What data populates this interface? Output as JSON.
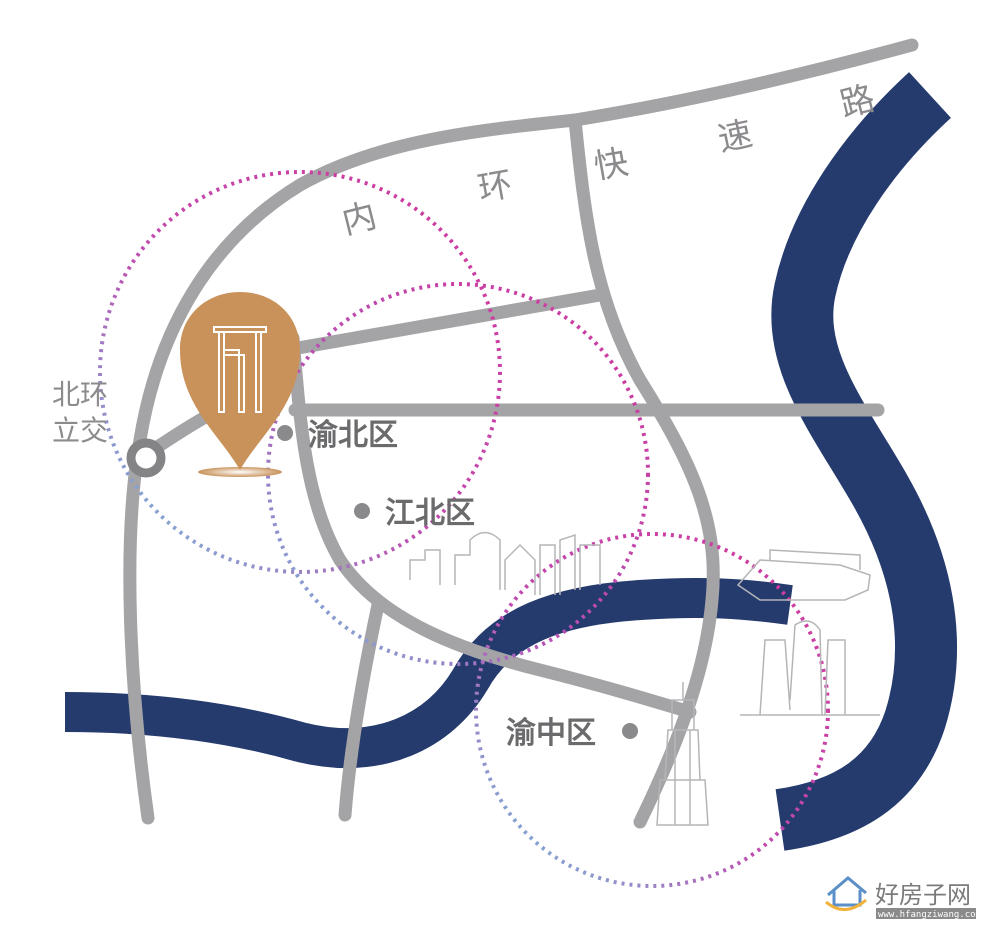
{
  "road_labels": [
    "内",
    "环",
    "快",
    "速",
    "路"
  ],
  "interchange": {
    "line1": "北环",
    "line2": "立交"
  },
  "districts": {
    "yubei": "渝北区",
    "jiangbei": "江北区",
    "yuzhong": "渝中区"
  },
  "watermark": {
    "name": "好房子网",
    "url": "www.hfangziwang.com"
  },
  "colors": {
    "road": "#a4a3a6",
    "river": "#253b6e",
    "pin": "#c9925b",
    "ring_magenta": "#d2379b",
    "ring_cyan": "#6ccbe0"
  }
}
